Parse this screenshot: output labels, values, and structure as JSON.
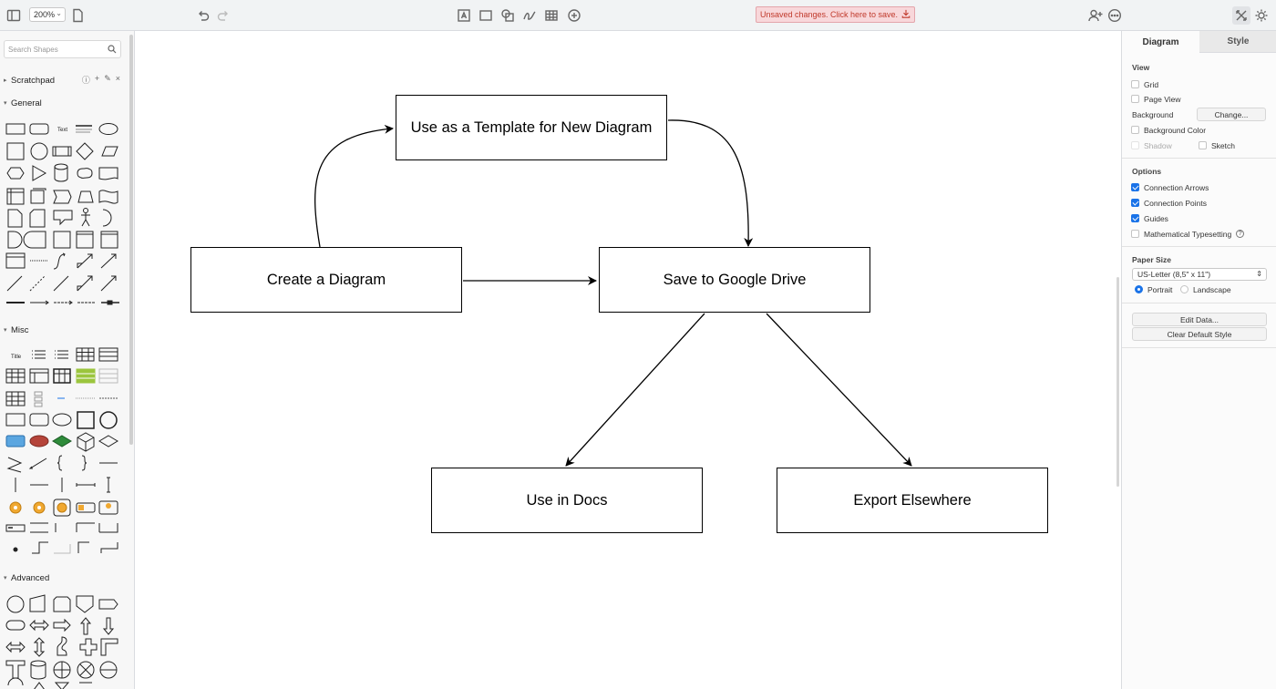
{
  "toolbar": {
    "zoom": "200%",
    "unsaved_text": "Unsaved changes. Click here to save."
  },
  "sidebar": {
    "search_placeholder": "Search Shapes",
    "sections": {
      "scratchpad": "Scratchpad",
      "general": "General",
      "misc": "Misc",
      "advanced": "Advanced"
    },
    "general_text_shape": "Text",
    "misc_title_shape": "Title"
  },
  "diagram": {
    "nodes": {
      "template": "Use as a Template for New Diagram",
      "create": "Create a Diagram",
      "save": "Save to Google Drive",
      "docs": "Use in Docs",
      "export": "Export Elsewhere"
    }
  },
  "format_panel": {
    "tabs": [
      "Diagram",
      "Style"
    ],
    "view": {
      "heading": "View",
      "grid": "Grid",
      "page_view": "Page View",
      "background": "Background",
      "change_button": "Change...",
      "background_color": "Background Color",
      "shadow": "Shadow",
      "sketch": "Sketch"
    },
    "options": {
      "heading": "Options",
      "connection_arrows": "Connection Arrows",
      "connection_points": "Connection Points",
      "guides": "Guides",
      "math_typesetting": "Mathematical Typesetting"
    },
    "paper": {
      "heading": "Paper Size",
      "selected": "US-Letter (8,5\" x 11\")",
      "portrait": "Portrait",
      "landscape": "Landscape"
    },
    "buttons": {
      "edit_data": "Edit Data...",
      "clear_default_style": "Clear Default Style"
    }
  },
  "icons": [
    "sidebar-toggle-icon",
    "page-icon",
    "undo-icon",
    "redo-icon",
    "text-icon",
    "rectangle-icon",
    "shapes-icon",
    "freehand-icon",
    "table-icon",
    "insert-plus-icon",
    "save-icon",
    "add-user-icon",
    "more-icon",
    "format-icon",
    "theme-icon"
  ]
}
